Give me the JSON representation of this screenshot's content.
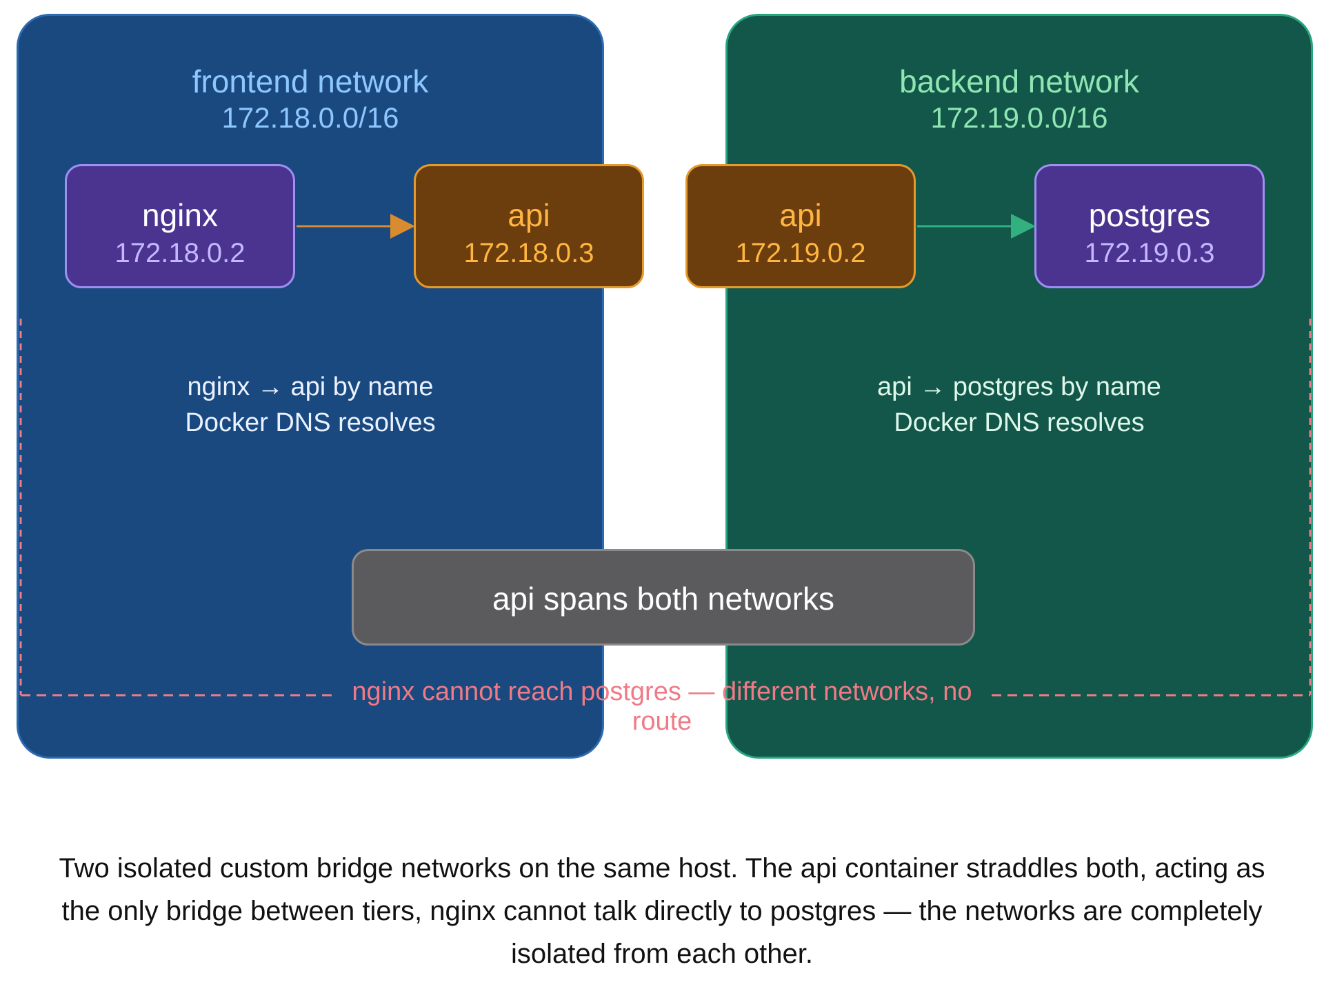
{
  "networks": {
    "frontend": {
      "name": "frontend network",
      "subnet": "172.18.0.0/16",
      "note_line1": "nginx → api by name",
      "note_line2": "Docker DNS resolves"
    },
    "backend": {
      "name": "backend network",
      "subnet": "172.19.0.0/16",
      "note_line1": "api → postgres by name",
      "note_line2": "Docker DNS resolves"
    }
  },
  "containers": {
    "nginx": {
      "name": "nginx",
      "ip": "172.18.0.2"
    },
    "api_frontend": {
      "name": "api",
      "ip": "172.18.0.3"
    },
    "api_backend": {
      "name": "api",
      "ip": "172.19.0.2"
    },
    "postgres": {
      "name": "postgres",
      "ip": "172.19.0.3"
    }
  },
  "span_label": "api spans both networks",
  "isolation_label": "nginx cannot reach postgres — different networks, no route",
  "caption": "Two isolated custom bridge networks on the same host. The api container straddles both, acting as the only bridge between tiers, nginx cannot talk directly to postgres — the networks are completely isolated from each other.",
  "colors": {
    "frontend_fill": "#19497f",
    "backend_fill": "#12574a",
    "container_purple": "#4b3490",
    "container_orange": "#6c3d0d",
    "span_fill": "#5b5b5d",
    "isolation_dash": "#f07a86",
    "arrow_left": "#d88b2f",
    "arrow_right": "#32b07f"
  }
}
